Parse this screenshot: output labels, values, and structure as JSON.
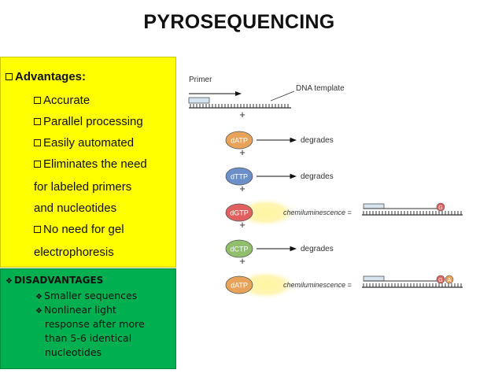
{
  "title": "PYROSEQUENCING",
  "advantages": {
    "heading": "Advantages:",
    "items": [
      "Accurate",
      "Parallel processing",
      "Easily automated",
      "Eliminates the need"
    ],
    "continuation": [
      "for labeled primers",
      "and nucleotides"
    ],
    "item5": "No need for gel",
    "item5_cont": "electrophoresis"
  },
  "disadvantages": {
    "heading": "DISADVANTAGES",
    "item1": "Smaller sequences",
    "item2": "Nonlinear light",
    "item2_cont": [
      "response after more",
      "than 5-6 identical",
      "nucleotides"
    ]
  },
  "diagram": {
    "primer_label": "Primer",
    "template_label": "DNA template",
    "plus": "+",
    "rows": [
      {
        "nucleotide": "dATP",
        "result": "degrades",
        "color": "#e8a35a"
      },
      {
        "nucleotide": "dTTP",
        "result": "degrades",
        "color": "#6b8fc8"
      },
      {
        "nucleotide": "dGTP",
        "result": "chemiluminescence =",
        "color": "#e06060",
        "added": [
          "G"
        ]
      },
      {
        "nucleotide": "dCTP",
        "result": "degrades",
        "color": "#8fbf6a"
      },
      {
        "nucleotide": "dATP",
        "result": "chemiluminescence =",
        "color": "#e8a35a",
        "added": [
          "G",
          "A"
        ]
      }
    ]
  }
}
